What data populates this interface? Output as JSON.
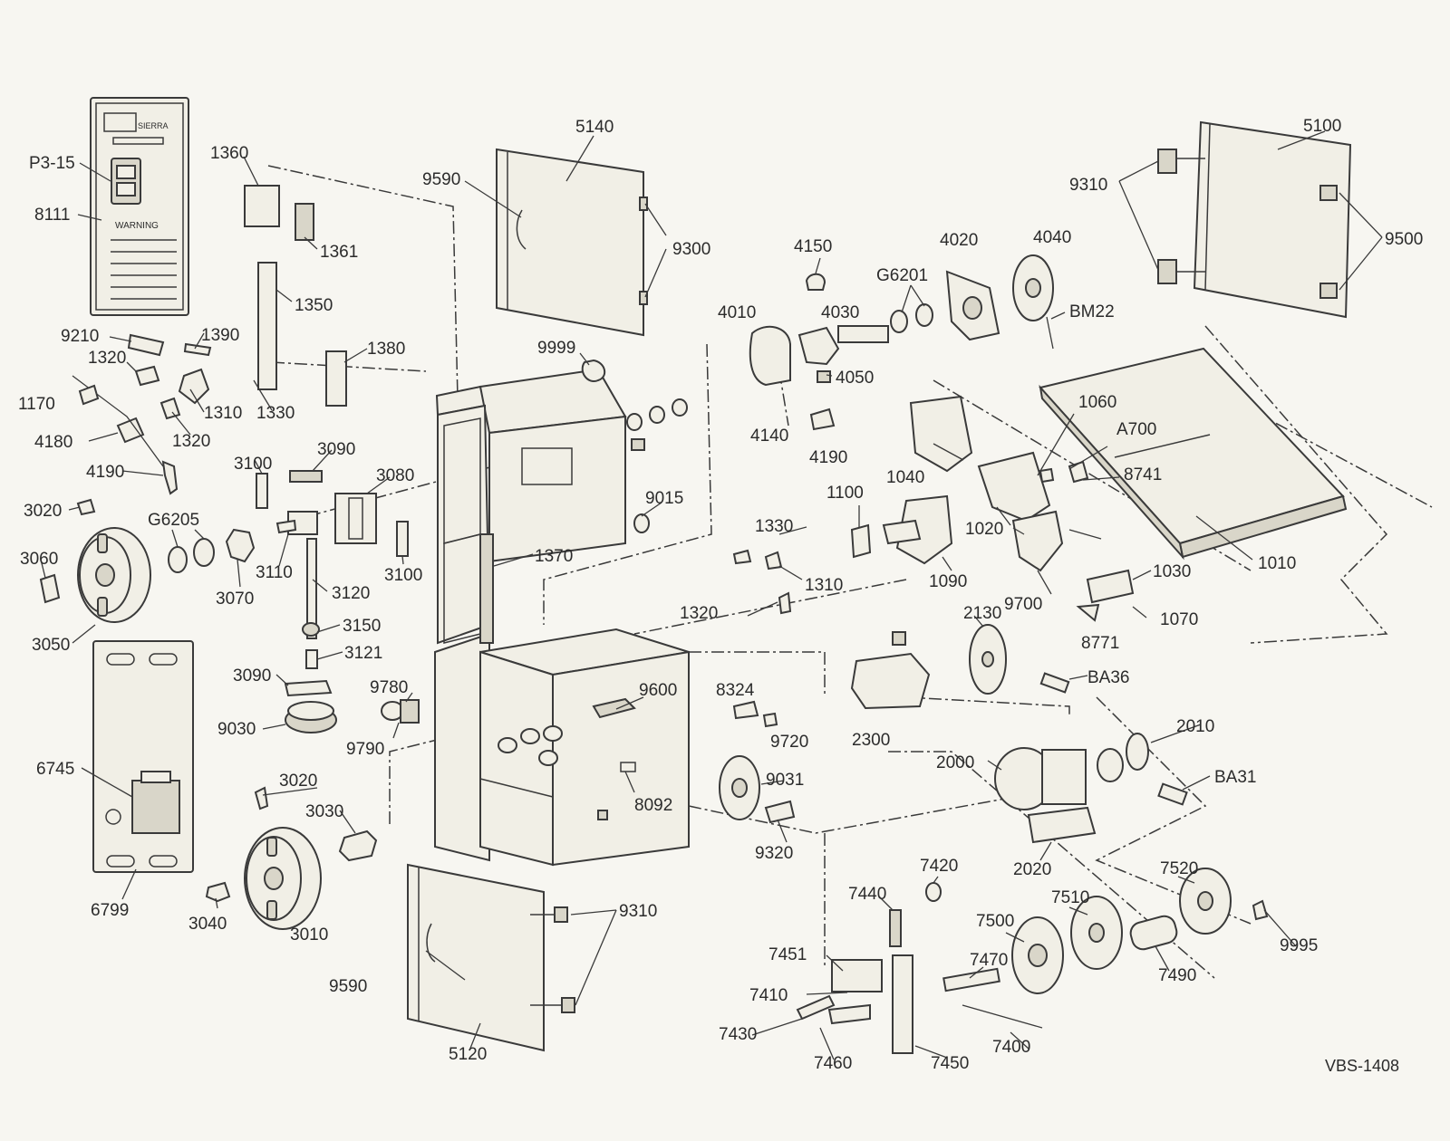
{
  "diagram_code": "VBS-1408",
  "panel_text": {
    "brand": "SIERRA",
    "warning": "WARNING"
  },
  "labels": {
    "p3_15": "P3-15",
    "l8111": "8111",
    "l1360": "1360",
    "l1361": "1361",
    "l1350": "1350",
    "l1390": "1390",
    "l9210": "9210",
    "l1320a": "1320",
    "l1320b": "1320",
    "l1320c": "1320",
    "l1310a": "1310",
    "l1310b": "1310",
    "l1330a": "1330",
    "l1330b": "1330",
    "l1380": "1380",
    "l1170": "1170",
    "l4180": "4180",
    "l4190a": "4190",
    "l4190b": "4190",
    "l3100a": "3100",
    "l3100b": "3100",
    "l3090a": "3090",
    "l3090b": "3090",
    "l3080": "3080",
    "l3020a": "3020",
    "l3020b": "3020",
    "lG6205": "G6205",
    "l3060": "3060",
    "l3110": "3110",
    "l3120": "3120",
    "l3070": "3070",
    "l3050": "3050",
    "l3150": "3150",
    "l3121": "3121",
    "l9030": "9030",
    "l6745": "6745",
    "l6799": "6799",
    "l3030": "3030",
    "l3040": "3040",
    "l3010": "3010",
    "l5140": "5140",
    "l9590a": "9590",
    "l9590b": "9590",
    "l9300": "9300",
    "l9999": "9999",
    "l9015": "9015",
    "l1370": "1370",
    "l9780": "9780",
    "l9790": "9790",
    "l9600": "9600",
    "l8092": "8092",
    "l5120": "5120",
    "l9310a": "9310",
    "l9310b": "9310",
    "l5100": "5100",
    "l9500": "9500",
    "l4150": "4150",
    "l4020": "4020",
    "l4040": "4040",
    "lG6201": "G6201",
    "l4010": "4010",
    "l4030": "4030",
    "lBM22": "BM22",
    "l4050": "4050",
    "l4140": "4140",
    "l1060": "1060",
    "lA700": "A700",
    "l8741": "8741",
    "l1040": "1040",
    "l1100": "1100",
    "l1020": "1020",
    "l1090": "1090",
    "l1030": "1030",
    "l1010": "1010",
    "l9700": "9700",
    "l1070": "1070",
    "l8771": "8771",
    "l2130": "2130",
    "lBA36": "BA36",
    "l8324": "8324",
    "l9720": "9720",
    "l2300": "2300",
    "l2010": "2010",
    "l2000": "2000",
    "lBA31": "BA31",
    "l9031": "9031",
    "l9320": "9320",
    "l2020": "2020",
    "l7420": "7420",
    "l7520": "7520",
    "l7440": "7440",
    "l7510": "7510",
    "l7500": "7500",
    "l9995": "9995",
    "l7451": "7451",
    "l7470": "7470",
    "l7490": "7490",
    "l7410": "7410",
    "l7430": "7430",
    "l7400": "7400",
    "l7460": "7460",
    "l7450": "7450"
  }
}
